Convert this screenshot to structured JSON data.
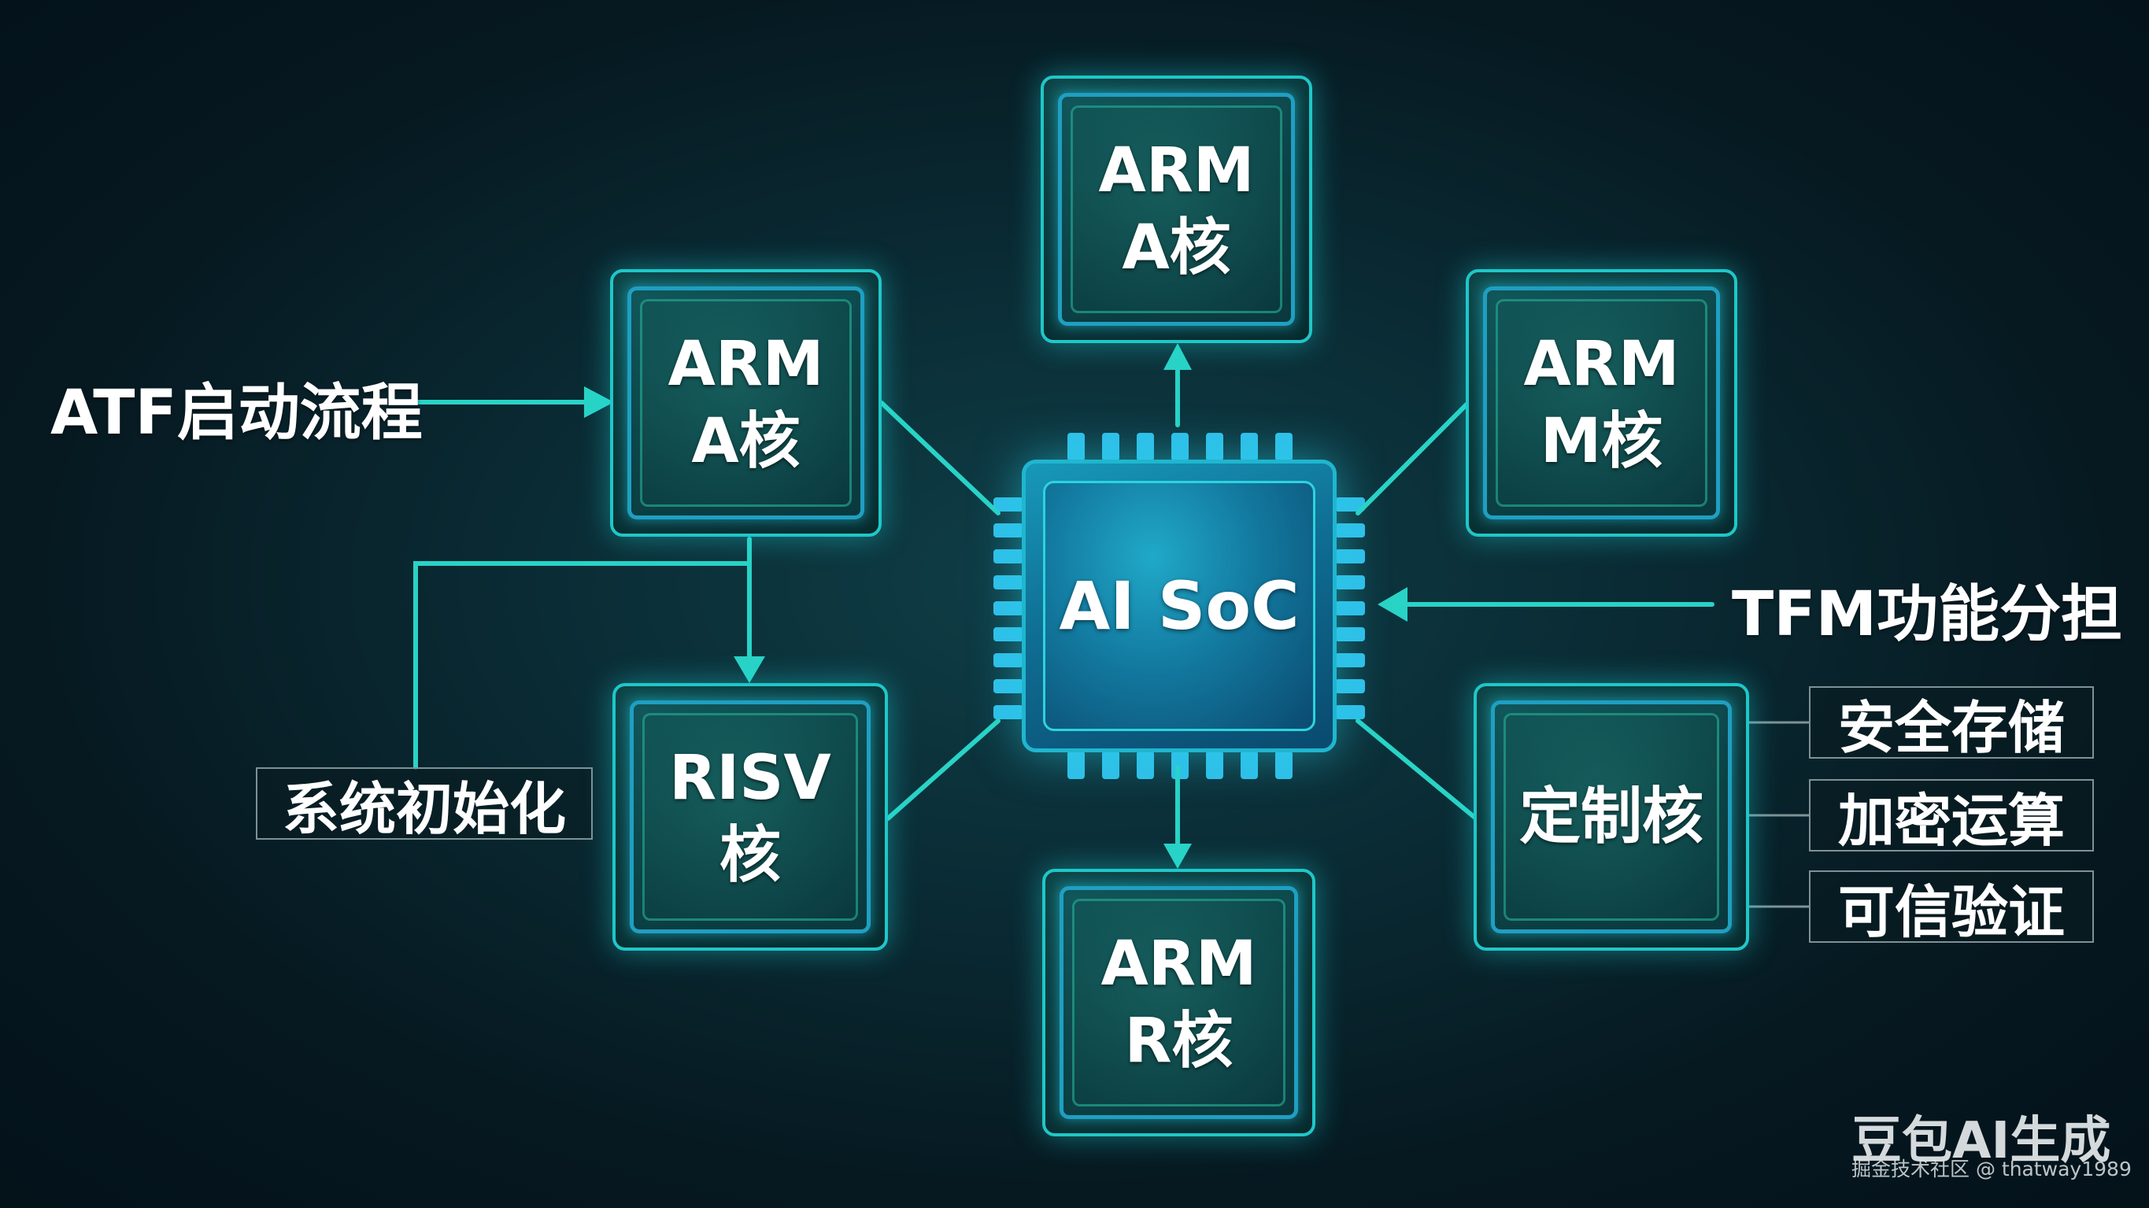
{
  "center": {
    "label": "AI SoC"
  },
  "cores": {
    "top": {
      "line1": "ARM",
      "line2": "A核"
    },
    "upper_left": {
      "line1": "ARM",
      "line2": "A核"
    },
    "upper_right": {
      "line1": "ARM",
      "line2": "M核"
    },
    "lower_left": {
      "line1": "RISV",
      "line2": "核"
    },
    "bottom": {
      "line1": "ARM",
      "line2": "R核"
    },
    "lower_right": {
      "line1": "定制核"
    }
  },
  "labels": {
    "atf": "ATF启动流程",
    "tfm": "TFM功能分担",
    "sys_init": "系统初始化"
  },
  "custom_functions": [
    "安全存储",
    "加密运算",
    "可信验证"
  ],
  "watermark": {
    "main": "豆包AI生成",
    "sub": "掘金技术社区 @ thatway1989"
  },
  "colors": {
    "accent": "#29d3c6",
    "pin": "#2fbfe8",
    "core_border": "#1fc7c8",
    "soc_fill": "#137aa0"
  }
}
